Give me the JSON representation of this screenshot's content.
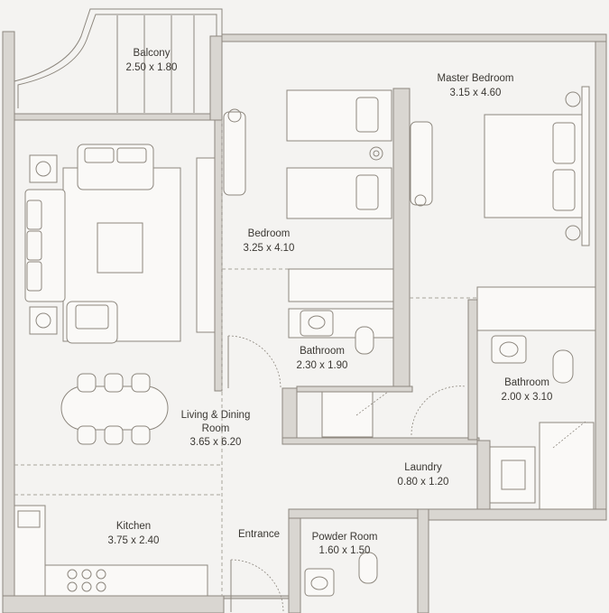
{
  "rooms": [
    {
      "name": "Balcony",
      "dims": "2.50 x 1.80"
    },
    {
      "name": "Bedroom",
      "dims": "3.25 x 4.10"
    },
    {
      "name": "Master Bedroom",
      "dims": "3.15 x 4.60"
    },
    {
      "name": "Bathroom",
      "dims": "2.30 x 1.90"
    },
    {
      "name": "Bathroom",
      "dims": "2.00 x 3.10"
    },
    {
      "name": "Living & Dining",
      "name2": "Room",
      "dims": "3.65 x 6.20"
    },
    {
      "name": "Laundry",
      "dims": "0.80 x 1.20"
    },
    {
      "name": "Kitchen",
      "dims": "3.75 x 2.40"
    },
    {
      "name": "Entrance"
    },
    {
      "name": "Powder Room",
      "dims": "1.60 x 1.50"
    }
  ]
}
